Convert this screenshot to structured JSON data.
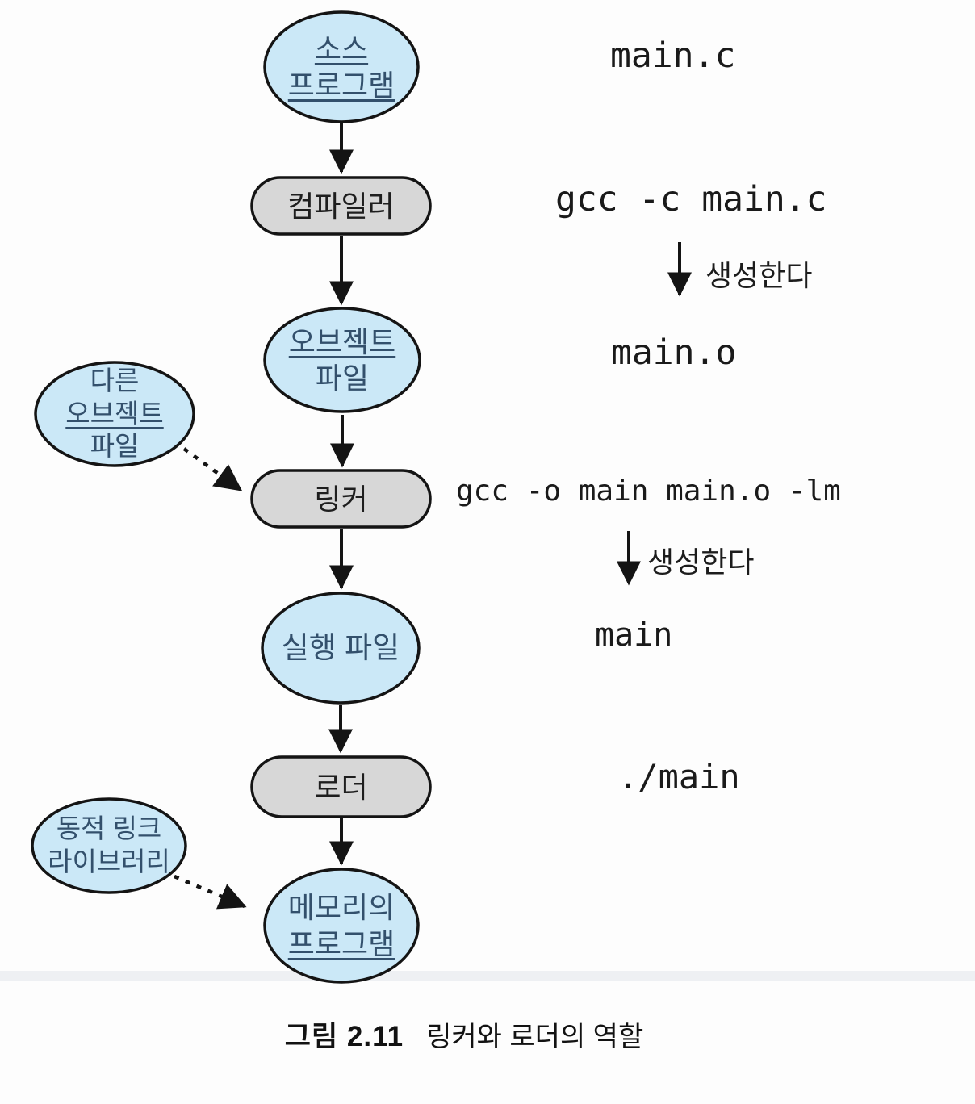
{
  "figure": {
    "caption_label": "그림 2.11",
    "caption_text": "링커와 로더의 역할"
  },
  "colors": {
    "ellipse_fill": "#cbe8f7",
    "process_fill": "#d7d7d7",
    "outline": "#141414",
    "ellipse_text": "#33506c",
    "command_text": "#1a1a1a"
  },
  "nodes": {
    "source": {
      "type": "ellipse",
      "lines": [
        {
          "text": "소스",
          "underline": true
        },
        {
          "text": "프로그램",
          "underline": true
        }
      ]
    },
    "compiler": {
      "type": "process",
      "label": "컴파일러"
    },
    "object": {
      "type": "ellipse",
      "lines": [
        {
          "text": "오브젝트",
          "underline": true
        },
        {
          "text": "파일",
          "underline": false
        }
      ]
    },
    "other_object": {
      "type": "ellipse",
      "lines": [
        {
          "text": "다른",
          "underline": false
        },
        {
          "text": "오브젝트",
          "underline": true
        },
        {
          "text": "파일",
          "underline": false
        }
      ]
    },
    "linker": {
      "type": "process",
      "label": "링커"
    },
    "executable": {
      "type": "ellipse",
      "lines": [
        {
          "text": "실행 파일",
          "underline": false
        }
      ]
    },
    "loader": {
      "type": "process",
      "label": "로더"
    },
    "dynlib": {
      "type": "ellipse",
      "lines": [
        {
          "text": "동적 링크",
          "underline": false
        },
        {
          "text": "라이브러리",
          "underline": false
        }
      ]
    },
    "memory": {
      "type": "ellipse",
      "lines": [
        {
          "text": "메모리의",
          "underline": false
        },
        {
          "text": "프로그램",
          "underline": true
        }
      ]
    }
  },
  "annotations": {
    "source_file": "main.c",
    "compile_command": "gcc -c main.c",
    "generates_label_1": "생성한다",
    "object_file": "main.o",
    "link_command": "gcc -o main main.o -lm",
    "generates_label_2": "생성한다",
    "executable_file": "main",
    "run_command": "./main"
  }
}
